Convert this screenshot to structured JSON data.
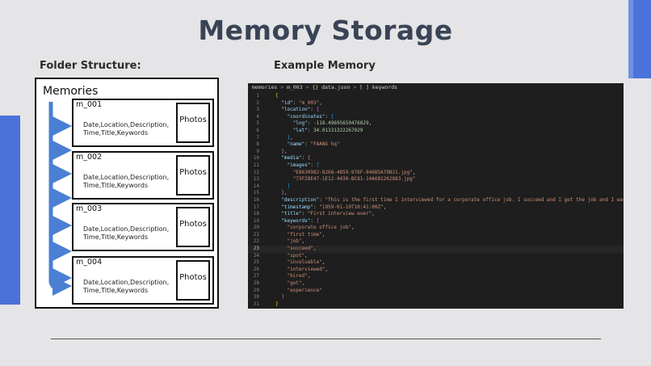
{
  "slide": {
    "title": "Memory Storage"
  },
  "folder_section": {
    "label": "Folder Structure:",
    "root": "Memories",
    "memories": [
      {
        "name": "m_001",
        "fields": "Date,Location,Description, Time,Title,Keywords",
        "photos": "Photos"
      },
      {
        "name": "m_002",
        "fields": "Date,Location,Description, Time,Title,Keywords",
        "photos": "Photos"
      },
      {
        "name": "m_003",
        "fields": "Date,Location,Description, Time,Title,Keywords",
        "photos": "Photos"
      },
      {
        "name": "m_004",
        "fields": "Date,Location,Description, Time,Title,Keywords",
        "photos": "Photos"
      }
    ]
  },
  "example_section": {
    "label": "Example Memory",
    "breadcrumb": [
      "memories",
      "m_003",
      "data.json",
      "[ ] keywords"
    ],
    "current_line": 23,
    "lines": [
      "{",
      "  \"id\": \"m_003\",",
      "  \"location\": {",
      "    \"coordinates\": {",
      "      \"lng\": -118.49695659476829,",
      "      \"lat\": 34.01331322267029",
      "    },",
      "    \"name\": \"FAANG hq\"",
      "  },",
      "  \"media\": {",
      "    \"images\": [",
      "      \"E8630982-8268-4859-976F-846B5A79B31.jpg\",",
      "      \"73F28E47-1E12-4430-BC81-14A681262883.jpg\"",
      "    ]",
      "  },",
      "  \"description\": \"This is the first time I interviewed for a corporate office job. I succeed and I got the job and I was hired\",",
      "  \"timestamp\": \"1959-01-10T10:41:00Z\",",
      "  \"title\": \"First interview ever\",",
      "  \"keywords\": [",
      "    \"corporate office job\",",
      "    \"first time\",",
      "    \"job\",",
      "    \"succeed\",",
      "    \"spot\",",
      "    \"invaluable\",",
      "    \"interviewed\",",
      "    \"hired\",",
      "    \"got\",",
      "    \"experience\"",
      "  ]",
      "}"
    ]
  },
  "colors": {
    "accent": "#4a72d8",
    "arrow": "#4a7fd4",
    "json_key": "#9cdcfe",
    "json_string": "#ce9178",
    "json_number": "#b5cea8",
    "bracket_gold": "#ffd700",
    "bracket_purple": "#da70d6",
    "bracket_blue": "#179fff"
  }
}
